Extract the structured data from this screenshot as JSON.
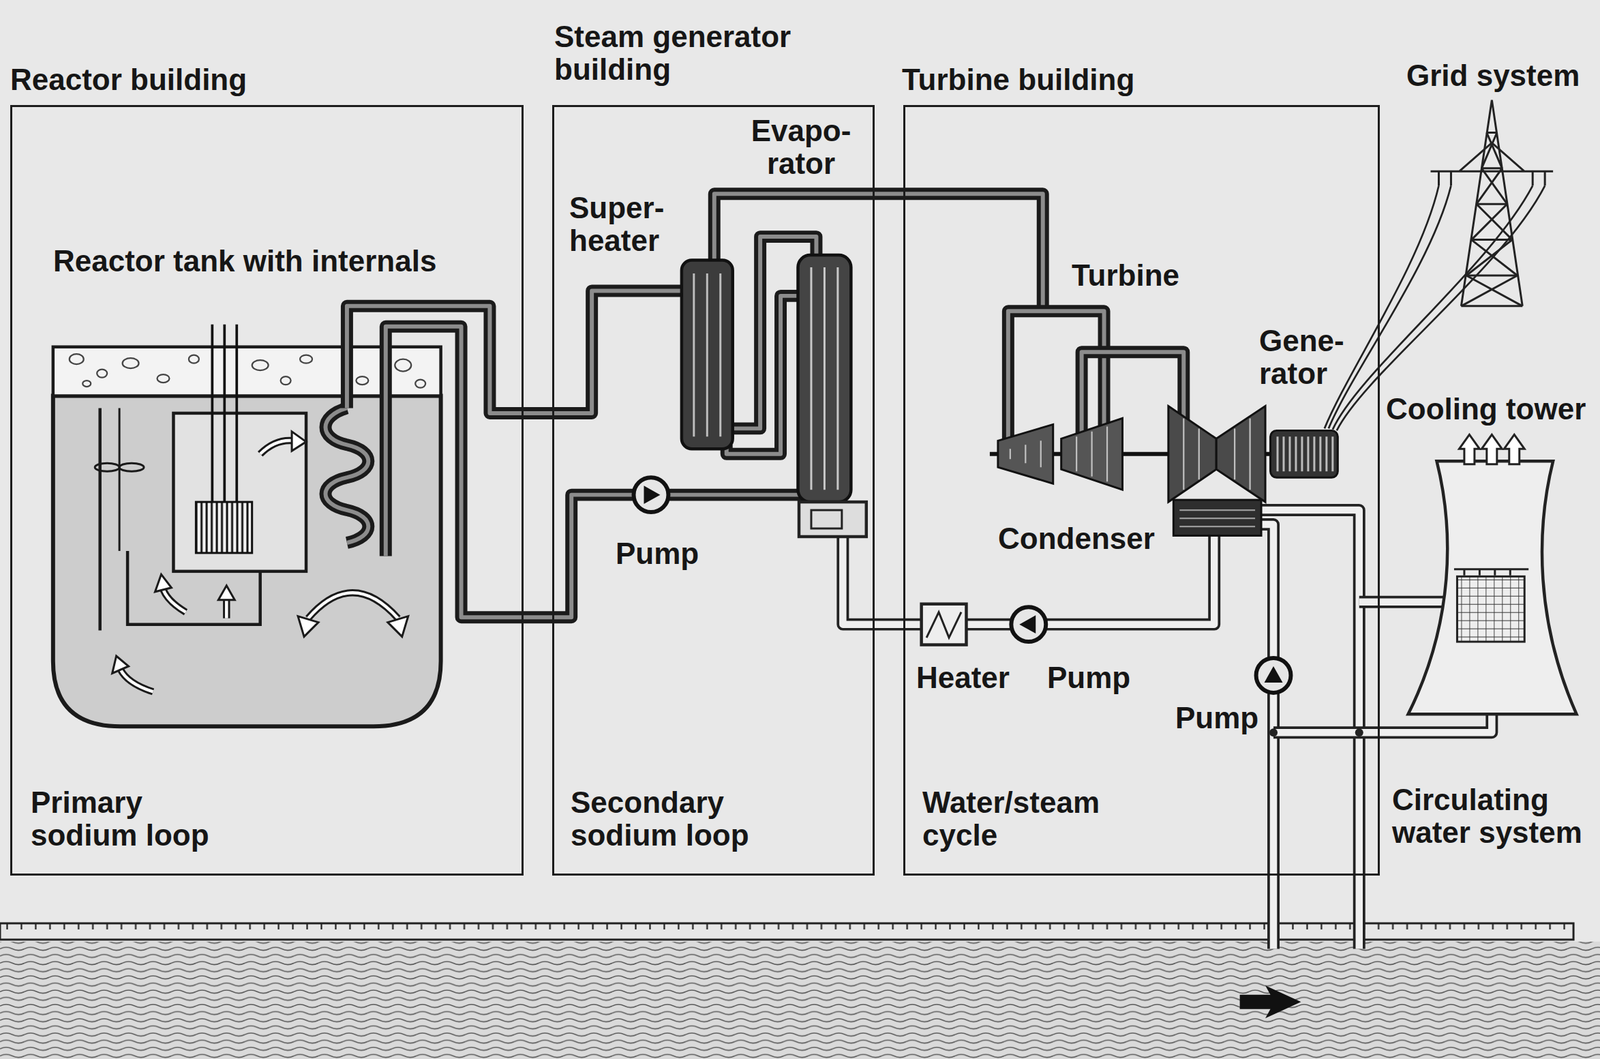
{
  "diagram": {
    "nodes": [
      {
        "text": [
          "Reactor building",
          "Primary sodium loop"
        ]
      },
      {
        "text": [
          "Steam generator building",
          "Secondary sodium loop"
        ]
      },
      {
        "text": [
          "Turbine building",
          "Water/steam cycle"
        ]
      }
    ],
    "labels": [
      "Grid system",
      "Evapo- rator",
      "Super- heater",
      "Reactor tank with internals",
      "Turbine",
      "Gene- rator",
      "Cooling tower",
      "Condenser",
      "Pump",
      "Heater",
      "Pump",
      "Pump",
      "Circulating water system"
    ]
  }
}
